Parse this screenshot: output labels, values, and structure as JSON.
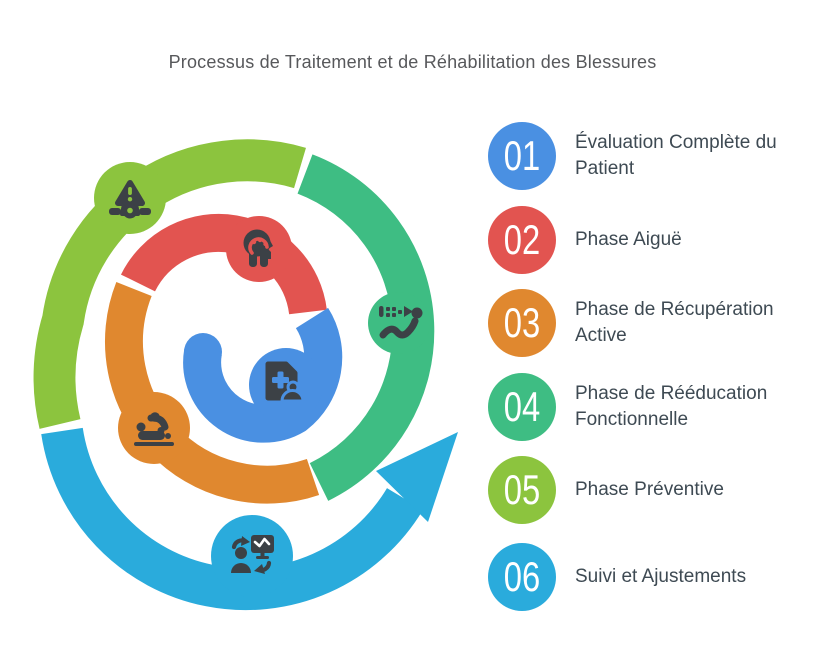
{
  "title": "Processus de Traitement et de Réhabilitation des Blessures",
  "steps": [
    {
      "number": "01",
      "label": "Évaluation Complète du Patient",
      "color": "#4a90e2",
      "icon": "medical-document-icon"
    },
    {
      "number": "02",
      "label": "Phase Aiguë",
      "color": "#e25450",
      "icon": "brain-icon"
    },
    {
      "number": "03",
      "label": "Phase de Récupération Active",
      "color": "#e0882f",
      "icon": "massage-icon"
    },
    {
      "number": "04",
      "label": "Phase de Rééducation Fonctionnelle",
      "color": "#3ebd83",
      "icon": "running-icon"
    },
    {
      "number": "05",
      "label": "Phase Préventive",
      "color": "#8cc43e",
      "icon": "warning-knee-icon"
    },
    {
      "number": "06",
      "label": "Suivi et Ajustements",
      "color": "#2aabdc",
      "icon": "monitor-exchange-icon"
    }
  ],
  "colors": {
    "background": "#ffffff",
    "title_text": "#57585b",
    "label_text": "#3e4a53",
    "number_text": "#ffffff",
    "icon_dark": "#3c4146"
  }
}
